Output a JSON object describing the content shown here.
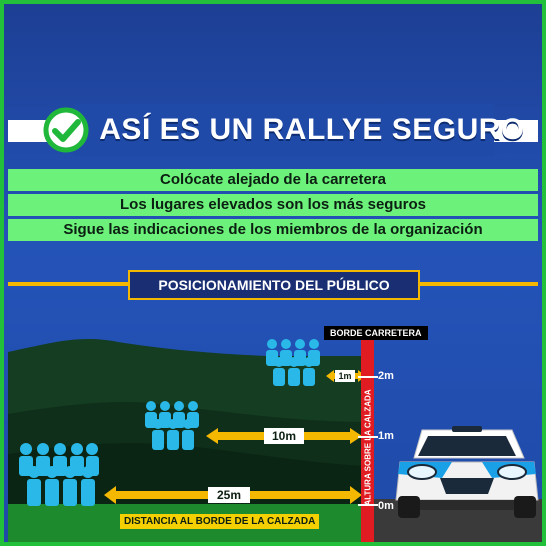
{
  "header": {
    "title": "ASÍ ES UN RALLYE SEGURO"
  },
  "rules": [
    "Colócate alejado de la carretera",
    "Los lugares elevados son los más seguros",
    "Sigue las indicaciones de los miembros de la organización"
  ],
  "section": {
    "title": "POSICIONAMIENTO DEL PÚBLICO"
  },
  "diagram": {
    "road_edge_label": "BORDE CARRETERA",
    "height_axis_label": "ALTURA SOBRE LA CALZADA",
    "height_marks": [
      "2m",
      "1m",
      "0m"
    ],
    "distances": [
      "1m",
      "10m",
      "25m"
    ],
    "distance_axis_label": "DISTANCIA AL BORDE DE LA CALZADA"
  },
  "colors": {
    "background_blue": "#2453b8",
    "accent_green": "#22c03b",
    "rule_green": "#6cf27a",
    "accent_yellow": "#f5b800",
    "pole_red": "#e11b22",
    "people_cyan": "#29b8e8",
    "hill_dark": "#0f2a1a"
  }
}
